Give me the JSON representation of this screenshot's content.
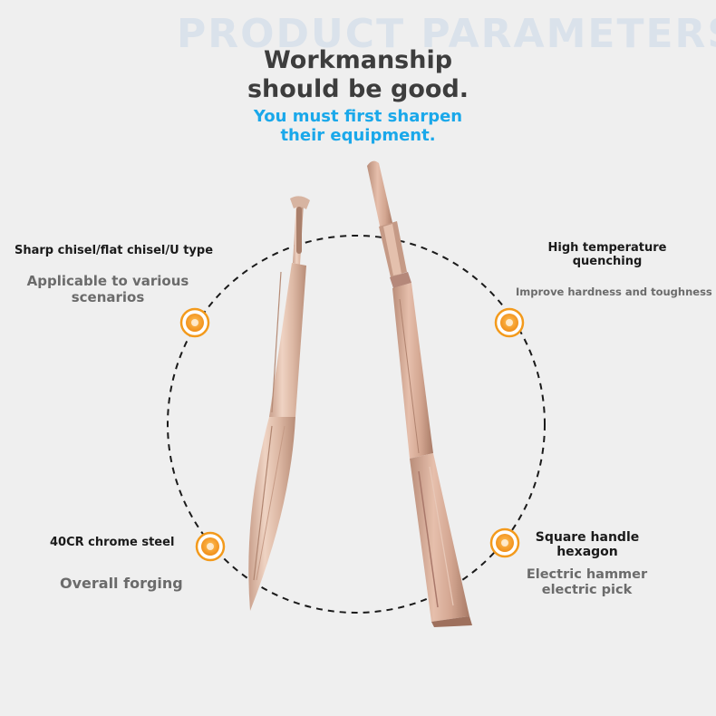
{
  "watermark": "PRODUCT PARAMETERS",
  "heading": {
    "line1": "Workmanship",
    "line2": "should be good."
  },
  "subheading": {
    "line1": "You must first sharpen",
    "line2": "their equipment."
  },
  "features": {
    "top_left": {
      "label": "Sharp chisel/flat chisel/U type",
      "desc1": "Applicable to various",
      "desc2": "scenarios"
    },
    "top_right": {
      "label1": "High temperature",
      "label2": "quenching",
      "desc": "Improve hardness and toughness"
    },
    "bottom_left": {
      "label": "40CR chrome steel",
      "desc": "Overall forging"
    },
    "bottom_right": {
      "label1": "Square handle",
      "label2": "hexagon",
      "desc1": "Electric hammer",
      "desc2": "electric pick"
    }
  },
  "colors": {
    "accent_orange": "#f39a1c",
    "title_blue": "#1aa8ea",
    "steel": "#d9b5a0"
  }
}
